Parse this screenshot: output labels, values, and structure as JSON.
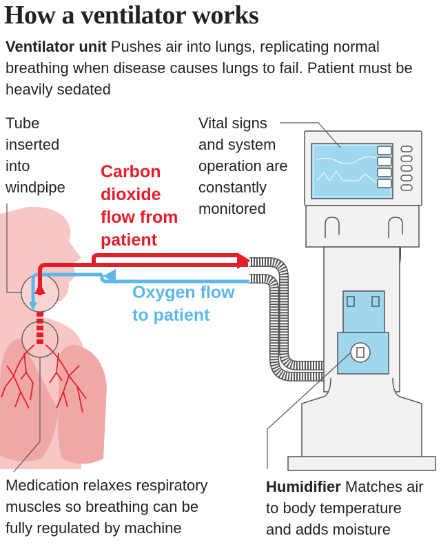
{
  "title": "How a ventilator works",
  "intro": {
    "bold": "Ventilator unit",
    "text": " Pushes air into lungs, replicating normal breathing when disease causes lungs to fail. Patient must be heavily sedated"
  },
  "labels": {
    "tube": [
      "Tube",
      "inserted",
      "into",
      "windpipe"
    ],
    "vital_signs": [
      "Vital signs",
      "and system",
      "operation are",
      "constantly",
      "monitored"
    ],
    "co2_flow": [
      "Carbon",
      "dioxide",
      "flow from",
      "patient"
    ],
    "o2_flow": [
      "Oxygen flow",
      "to patient"
    ],
    "medication": [
      "Medication relaxes respiratory",
      "muscles so breathing can be",
      "fully regulated by machine"
    ],
    "humidifier": {
      "bold": "Humidifier",
      "lines": [
        " Matches air",
        "to body temperature",
        "and adds moisture"
      ]
    }
  },
  "colors": {
    "co2": "#e31e2a",
    "oxygen": "#5cb8e8",
    "body": "#f7c7c5",
    "lungs": "#e31e2a",
    "machine_outline": "#555555",
    "screen": "#9fd7ef"
  }
}
